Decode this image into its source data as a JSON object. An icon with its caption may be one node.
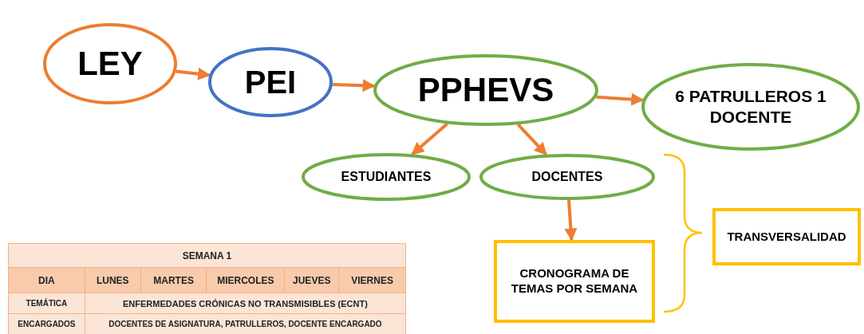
{
  "diagram": {
    "nodes": [
      {
        "text": [
          "LEY"
        ]
      },
      {
        "text": [
          "PEI"
        ]
      },
      {
        "text": [
          "PPHEVS"
        ]
      },
      {
        "text": [
          "6 PATRULLEROS 1 DOCENTE"
        ]
      },
      {
        "text": [
          "ESTUDIANTES"
        ]
      },
      {
        "text": [
          "DOCENTES"
        ]
      },
      {
        "text": [
          "CRONOGRAMA DE TEMAS POR SEMANA"
        ]
      },
      {
        "text": [
          "TRANSVERSALIDAD"
        ]
      }
    ],
    "edges": [
      {
        "from": 0,
        "to": 1,
        "arrow": "to"
      },
      {
        "from": 1,
        "to": 2,
        "arrow": "to"
      },
      {
        "from": 2,
        "to": 3,
        "arrow": "to"
      },
      {
        "from": 2,
        "to": 4,
        "arrow": "to"
      },
      {
        "from": 2,
        "to": 5,
        "arrow": "to"
      },
      {
        "from": 5,
        "to": 6,
        "arrow": "to"
      }
    ],
    "labels": [
      "SEMANA 1",
      "DIA",
      "LUNES",
      "MARTES",
      "MIERCOLES",
      "JUEVES",
      "VIERNES",
      "TEMÁTICA",
      "ENFERMEDADES CRÓNICAS NO TRANSMISIBLES (ECNT)",
      "ENCARGADOS",
      "DOCENTES DE ASIGNATURA, PATRULLEROS, DOCENTE ENCARGADO"
    ]
  }
}
